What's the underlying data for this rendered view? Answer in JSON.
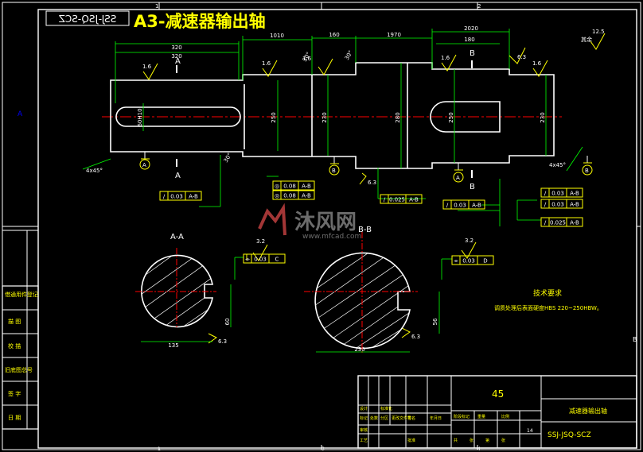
{
  "title": "A3-减速器输出轴",
  "mirror_code": "SSJ-JSQ-SCZ",
  "watermark": {
    "brand": "沐风网",
    "url": "www.mfcad.com"
  },
  "border_marks": {
    "top_left": "1",
    "top_mid": "2",
    "bottom_left": "1",
    "bottom_mid": "3",
    "bottom_right": "4",
    "left_a": "A",
    "right_b": "B"
  },
  "sections": {
    "aa": "A-A",
    "bb": "B-B"
  },
  "cut_labels": {
    "a_top": "A",
    "a_bottom": "A",
    "b_top": "B",
    "b_bottom": "B"
  },
  "dimensions": {
    "d320a": "320",
    "d320b": "320",
    "d1010": "1010",
    "d160": "160",
    "d1970": "1970",
    "d2020": "2020",
    "d180": "180",
    "dia_key1": "60H10",
    "dia_j2": "250",
    "dia_j3": "230",
    "dia_mid": "280",
    "dia_j5": "250",
    "dia_j6": "230",
    "chamfer1": "4x45°",
    "chamfer2": "4x45°",
    "angle1": "30°",
    "angle2": "30°",
    "angle3": "30°",
    "sec_aa_w": "135",
    "sec_aa_h": "60",
    "sec_bb_w": "230",
    "sec_bb_h": "56"
  },
  "roughness": {
    "r16a": "1.6",
    "r16b": "1.6",
    "r16c": "1.6",
    "r16d": "1.6",
    "r16e": "1.6",
    "r32a": "3.2",
    "r32b": "3.2",
    "r125": "12.5",
    "r63a": "6.3",
    "r63b": "6.3",
    "r63c": "6.3",
    "r63d": "6.3",
    "rest": "其余"
  },
  "datums": {
    "d1": "A",
    "d2": "B",
    "d3": "A",
    "d4": "B",
    "d5": "A",
    "d6": "B"
  },
  "tolerances": [
    {
      "sym": "/",
      "val": "0.03",
      "ref": "A-B"
    },
    {
      "sym": "/",
      "val": "0.03",
      "ref": "A-B"
    },
    {
      "sym": "/",
      "val": "0.025",
      "ref": "A-B"
    },
    {
      "sym": "/",
      "val": "0.03",
      "ref": "A-B"
    },
    {
      "sym": "/",
      "val": "0.03",
      "ref": "A-B"
    },
    {
      "sym": "/",
      "val": "0.025",
      "ref": "A-B"
    },
    {
      "sym": "◎",
      "val": "0.08",
      "ref": "A-B"
    },
    {
      "sym": "◎",
      "val": "0.08",
      "ref": "A-B"
    },
    {
      "sym": "⌯",
      "val": "0.03",
      "ref": "C"
    },
    {
      "sym": "⌯",
      "val": "0.03",
      "ref": "D"
    }
  ],
  "tech_req": {
    "heading": "技术要求",
    "line1": "调质处理后表面硬度HBS 220~250HBW。"
  },
  "left_strip": [
    "借通用件登记",
    "描 图",
    "校 描",
    "旧底图总号",
    "签 字",
    "日 期"
  ],
  "title_block": {
    "scale_qty": "45",
    "part_name": "减速器输出轴",
    "drawing_no": "SSJ-JSQ-SCZ",
    "sheet_val": "14",
    "r1": [
      "标记",
      "处数",
      "分区",
      "更改文件号",
      "签名",
      "年月日"
    ],
    "r2": [
      "设计",
      "标准化",
      "阶段标记",
      "重量",
      "比例"
    ],
    "r3": [
      "审核",
      "工艺",
      "批准",
      "共",
      "张",
      "第",
      "张"
    ]
  }
}
